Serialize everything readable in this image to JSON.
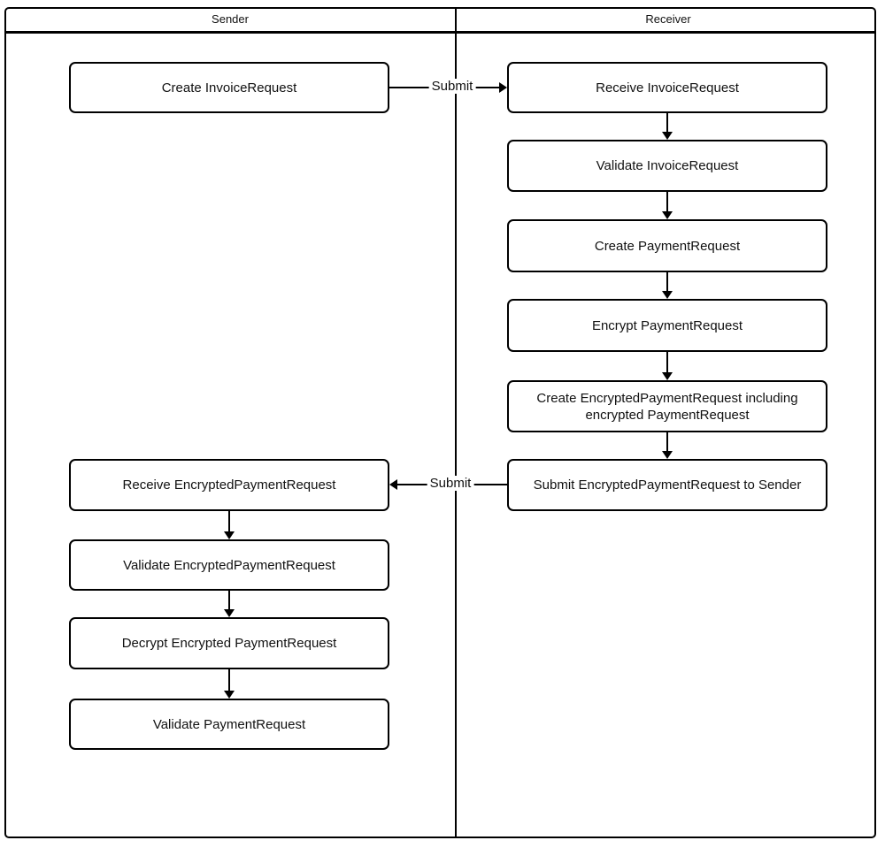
{
  "diagram": {
    "lanes": [
      {
        "title": "Sender",
        "boxes": [
          {
            "label": "Create InvoiceRequest"
          },
          {
            "label": "Receive EncryptedPaymentRequest"
          },
          {
            "label": "Validate EncryptedPaymentRequest"
          },
          {
            "label": "Decrypt Encrypted PaymentRequest"
          },
          {
            "label": "Validate PaymentRequest"
          }
        ]
      },
      {
        "title": "Receiver",
        "boxes": [
          {
            "label": "Receive InvoiceRequest"
          },
          {
            "label": "Validate InvoiceRequest"
          },
          {
            "label": "Create PaymentRequest"
          },
          {
            "label": "Encrypt PaymentRequest"
          },
          {
            "label": "Create EncryptedPaymentRequest including encrypted PaymentRequest"
          },
          {
            "label": "Submit EncryptedPaymentRequest to Sender"
          }
        ]
      }
    ],
    "edges": {
      "submit_to_receiver_label": "Submit",
      "submit_to_sender_label": "Submit"
    },
    "colors": {
      "stroke": "#000000",
      "background": "#ffffff",
      "text": "#111111"
    }
  }
}
